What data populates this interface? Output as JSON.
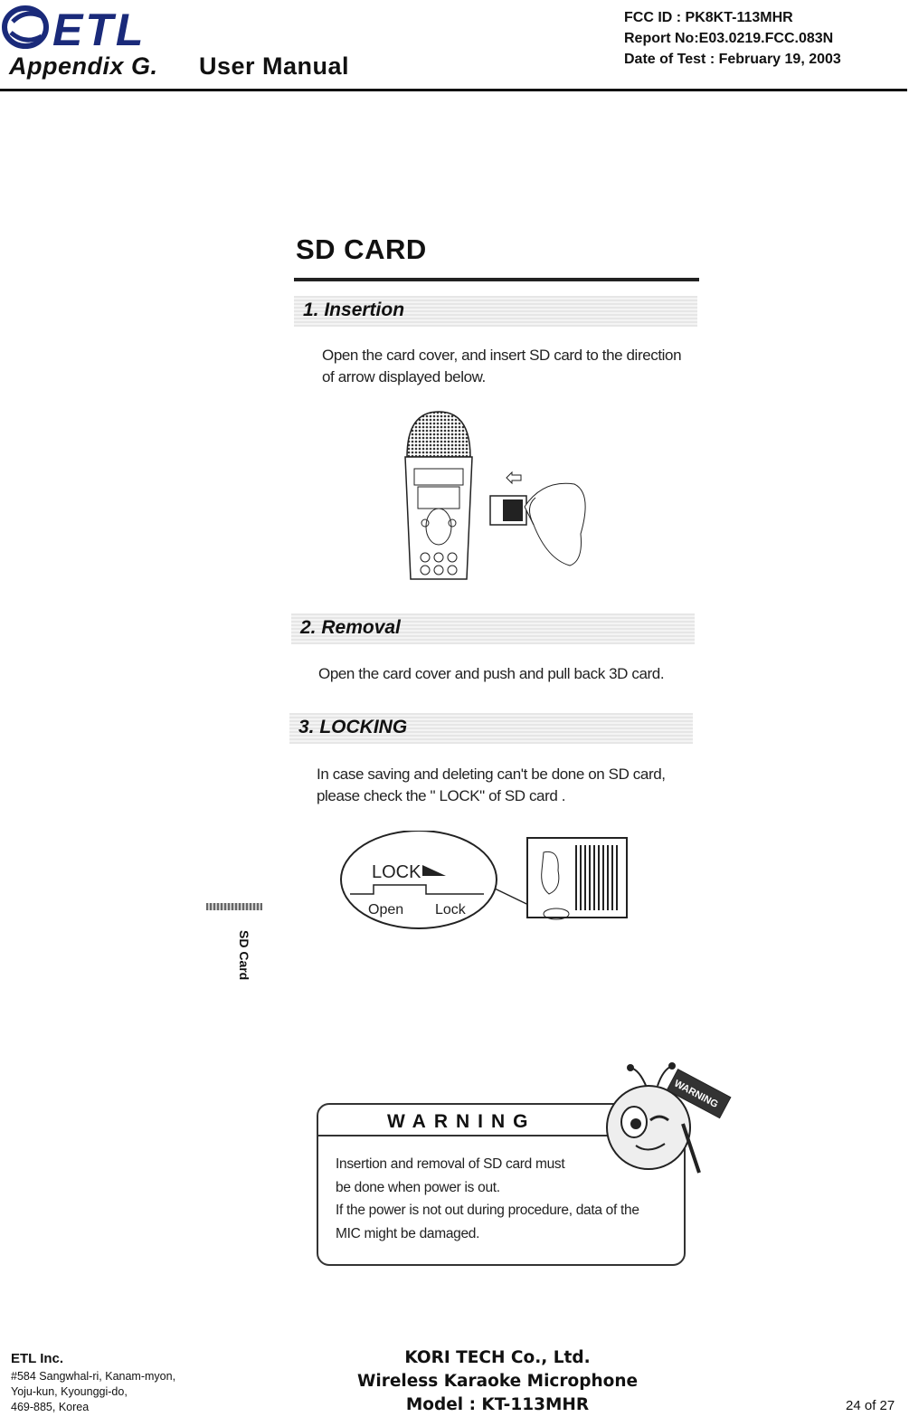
{
  "header": {
    "logo_text": "ETL",
    "appendix": "Appendix G.",
    "title": "User Manual",
    "fcc_lines": [
      "FCC ID : PK8KT-113MHR",
      "Report No:E03.0219.FCC.083N",
      "Date of Test : February 19, 2003"
    ]
  },
  "manual": {
    "title": "SD CARD",
    "sections": [
      {
        "heading": "1. Insertion",
        "text": [
          "Open the card cover, and insert SD card to the direction",
          "of arrow displayed below."
        ]
      },
      {
        "heading": "2. Removal",
        "text": [
          "Open the card cover and push and pull back 3D card."
        ]
      },
      {
        "heading": "3. LOCKING",
        "text": [
          "In case saving and deleting can't be done on SD card,",
          "please check the \" LOCK\" of SD card ."
        ]
      }
    ],
    "lock_diagram": {
      "lock": "LOCK",
      "open": "Open",
      "lock_label": "Lock"
    },
    "side_label": "SD Card",
    "warning": {
      "title": "WARNING",
      "lines": [
        "Insertion and removal of SD card must",
        "be done when power is out.",
        "If the power is not out during procedure, data of the",
        "MIC might be damaged."
      ],
      "sign": "WARNING"
    }
  },
  "footer": {
    "company": "ETL Inc.",
    "address": [
      "#584 Sangwhal-ri, Kanam-myon,",
      "Yoju-kun, Kyounggi-do,",
      "469-885,  Korea"
    ],
    "maker_lines": [
      "KORI TECH Co., Ltd.",
      "Wireless Karaoke Microphone",
      "Model : KT-113MHR"
    ],
    "page": "24 of 27"
  }
}
